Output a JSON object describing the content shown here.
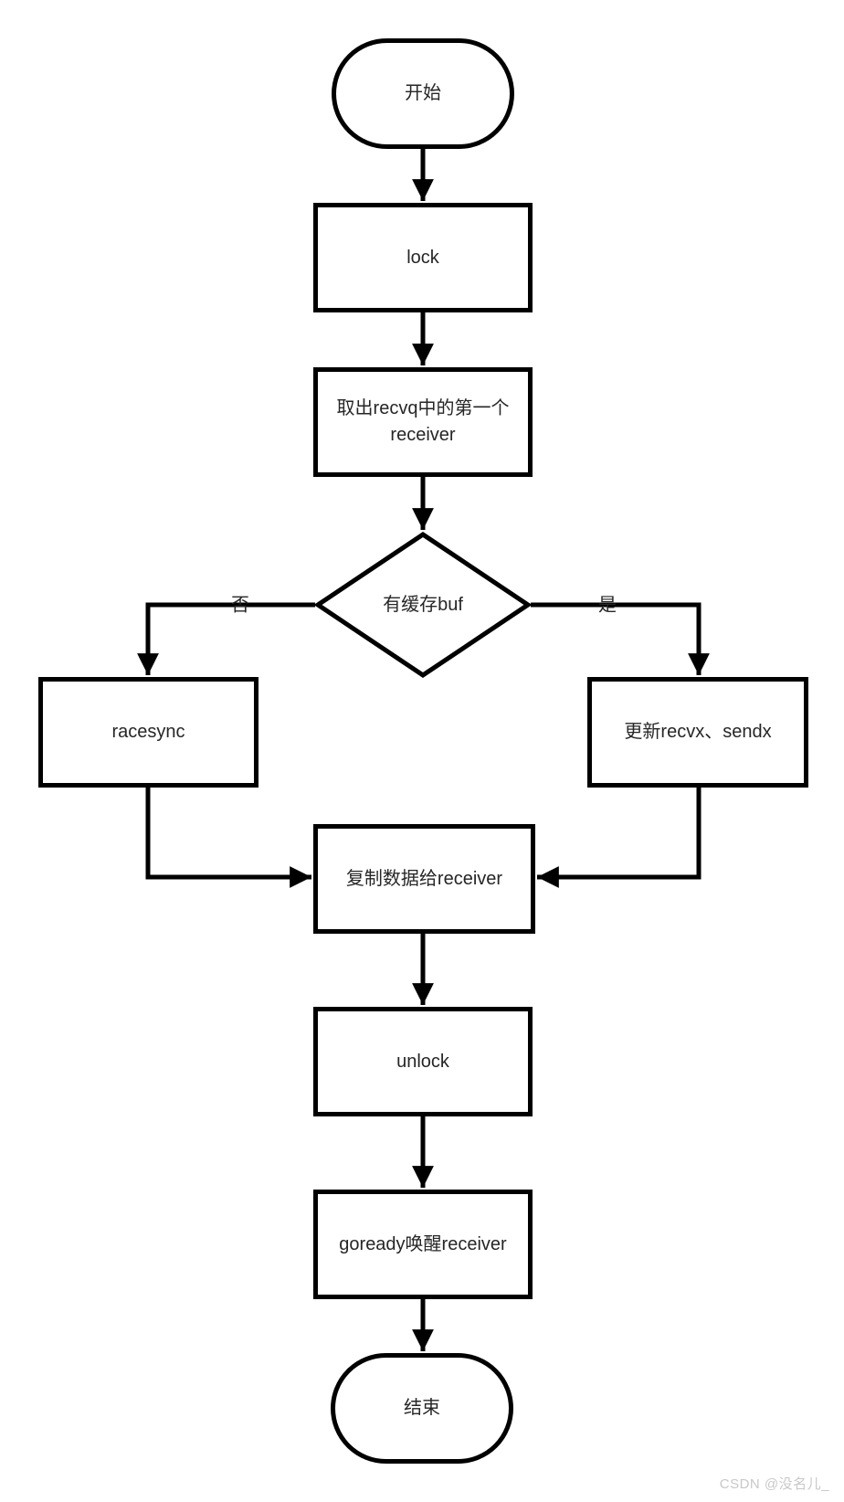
{
  "flowchart": {
    "nodes": {
      "start": {
        "type": "terminator",
        "label": "开始"
      },
      "lock": {
        "type": "process",
        "label": "lock"
      },
      "extract_receiver": {
        "type": "process",
        "label": "取出recvq中的第一个receiver"
      },
      "has_buffer": {
        "type": "decision",
        "label": "有缓存buf"
      },
      "racesync": {
        "type": "process",
        "label": "racesync"
      },
      "update_index": {
        "type": "process",
        "label": "更新recvx、sendx"
      },
      "copy_data": {
        "type": "process",
        "label": "复制数据给receiver"
      },
      "unlock": {
        "type": "process",
        "label": "unlock"
      },
      "goready": {
        "type": "process",
        "label": "goready唤醒receiver"
      },
      "end": {
        "type": "terminator",
        "label": "结束"
      }
    },
    "edge_labels": {
      "no": "否",
      "yes": "是"
    },
    "colors": {
      "stroke": "#000000",
      "text": "#262626",
      "background": "#ffffff",
      "watermark": "#c8c8c8"
    }
  },
  "watermark": {
    "text": "CSDN @没名儿_"
  }
}
